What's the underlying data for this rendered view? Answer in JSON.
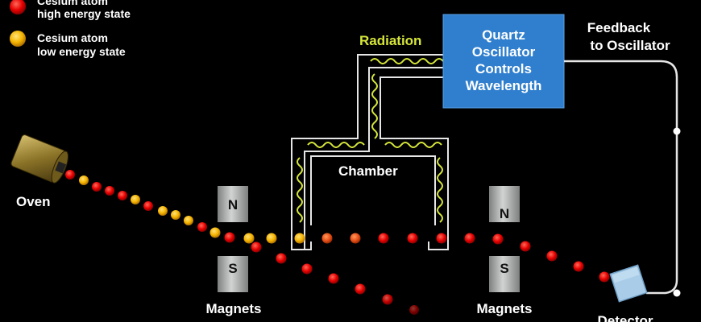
{
  "legend": {
    "high": "Cesium atom high energy state",
    "high_lines": [
      "Cesium atom",
      "high energy state"
    ],
    "low_lines": [
      "Cesium atom",
      "low energy state"
    ]
  },
  "labels": {
    "radiation": "Radiation",
    "oscillator_lines": [
      "Quartz",
      "Oscillator",
      "Controls",
      "Wavelength"
    ],
    "feedback_lines": [
      "Feedback",
      "to Oscillator"
    ],
    "chamber": "Chamber",
    "oven": "Oven",
    "magnets_left": "Magnets",
    "magnets_right": "Magnets",
    "detector": "Detector",
    "north": "N",
    "south": "S"
  },
  "colors": {
    "background": "#000000",
    "high_state": "#e60000",
    "low_state": "#f5b400",
    "transition": "#e8501a",
    "oscillator_box": "#2f7fce",
    "radiation_wave": "#d6e63a",
    "waveguide": "#e6e6e6",
    "magnet": "#b9bcbb",
    "detector": "#a9cde8",
    "oven": "#a08a3a"
  },
  "icons": {
    "oven": "cylinder-oven-icon",
    "detector": "cube-detector-icon"
  }
}
